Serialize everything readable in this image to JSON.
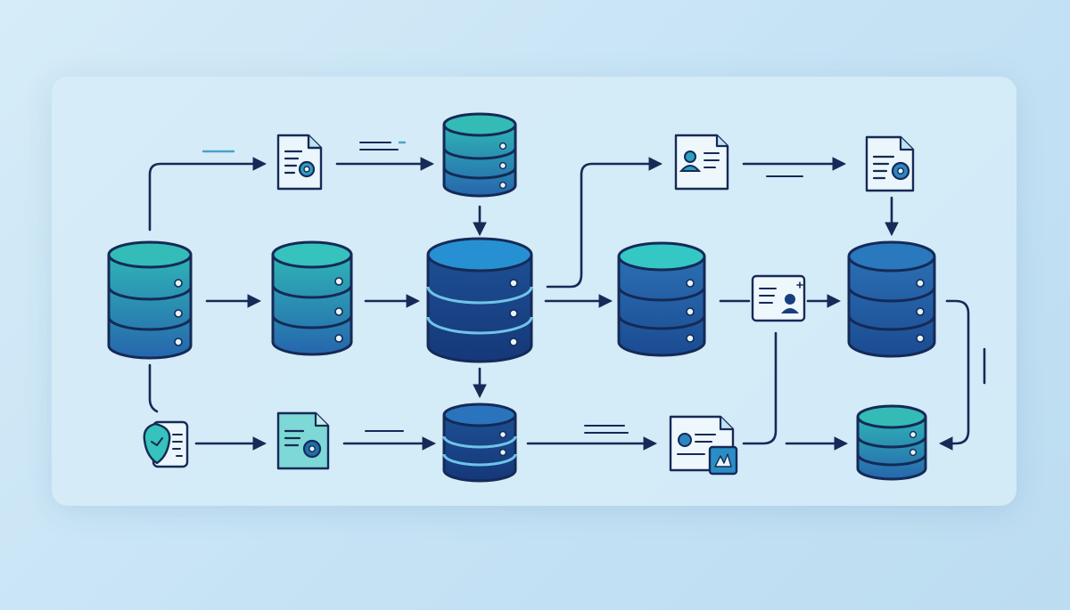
{
  "colors": {
    "background": "#c8e4f5",
    "panel": "#d9eefa",
    "outline": "#152a56",
    "teal": "#34b9b8",
    "teal_dark": "#1f8fa6",
    "blue": "#2a77b8",
    "navy": "#173f80",
    "doc_fill": "#eef7fb",
    "accent_dash": "#4aa3c9"
  },
  "nodes": {
    "db_source": {
      "icon": "database-icon",
      "style": "teal-blue"
    },
    "db_stage": {
      "icon": "database-icon",
      "style": "teal-blue"
    },
    "db_central": {
      "icon": "database-icon",
      "style": "navy"
    },
    "db_mid": {
      "icon": "database-icon",
      "style": "blue"
    },
    "db_right": {
      "icon": "database-icon",
      "style": "blue"
    },
    "db_top": {
      "icon": "database-icon",
      "style": "teal-blue"
    },
    "db_bottom_mid": {
      "icon": "database-icon",
      "style": "navy"
    },
    "db_bottom_right": {
      "icon": "database-icon",
      "style": "teal-blue"
    },
    "doc_gear_top": {
      "icon": "document-gear-icon"
    },
    "doc_user_top": {
      "icon": "document-user-icon"
    },
    "doc_gear_right": {
      "icon": "document-gear-icon"
    },
    "card_user": {
      "icon": "user-card-icon"
    },
    "doc_shield": {
      "icon": "shield-document-icon"
    },
    "doc_gear_bottom": {
      "icon": "document-gear-icon"
    },
    "doc_image": {
      "icon": "image-document-icon"
    }
  }
}
